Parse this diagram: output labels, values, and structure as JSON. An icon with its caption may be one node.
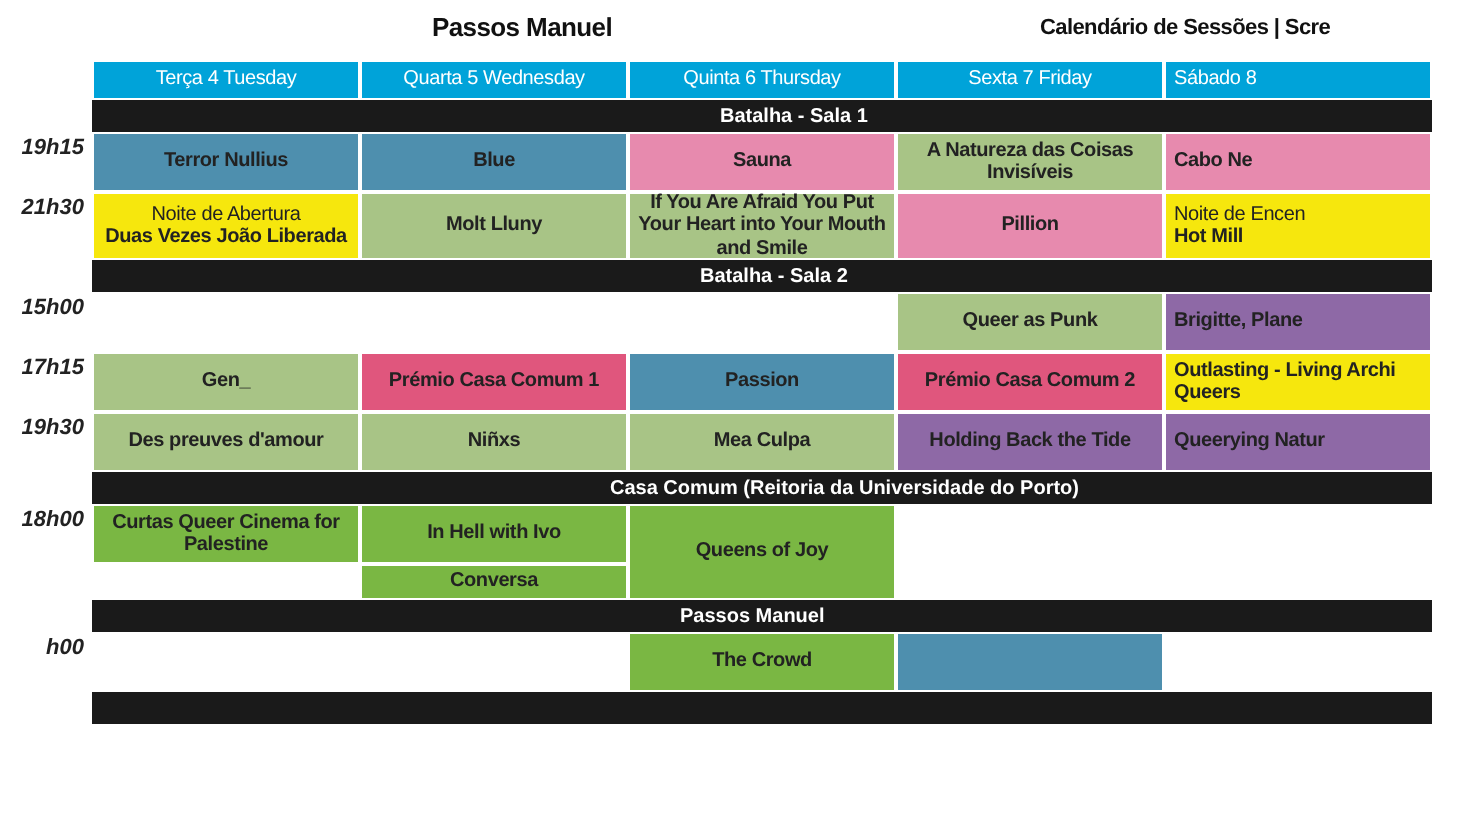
{
  "diagram": {
    "title": "Calendário de Sessões | Scre",
    "nodes": [
      {
        "text": [
          "Terça 4 Tuesday"
        ]
      },
      {
        "text": [
          "Quarta 5 Wednesday"
        ]
      },
      {
        "text": [
          "Quinta 6 Thursday"
        ]
      },
      {
        "text": [
          "Sexta 7 Friday"
        ]
      },
      {
        "text": [
          "Sábado 8"
        ]
      },
      {
        "text": [
          "Batalha - Sala 1"
        ]
      },
      {
        "text": [
          "Terror Nullius"
        ]
      },
      {
        "text": [
          "Blue"
        ]
      },
      {
        "text": [
          "Sauna"
        ]
      },
      {
        "text": [
          "A Natureza das Coisas Invisíveis"
        ]
      },
      {
        "text": [
          "Cabo Ne"
        ]
      },
      {
        "text": [
          "Noite de Abertura",
          "Duas Vezes João Liberada"
        ]
      },
      {
        "text": [
          "Molt Lluny"
        ]
      },
      {
        "text": [
          "If You Are Afraid You Put Your Heart into Your Mouth and Smile"
        ]
      },
      {
        "text": [
          "Pillion"
        ]
      },
      {
        "text": [
          "Noite de Encen",
          "Hot Mill"
        ]
      },
      {
        "text": [
          "Batalha - Sala 2"
        ]
      },
      {
        "text": [
          "Queer as Punk"
        ]
      },
      {
        "text": [
          "Brigitte, Plane"
        ]
      },
      {
        "text": [
          "Gen_"
        ]
      },
      {
        "text": [
          "Prémio Casa Comum 1"
        ]
      },
      {
        "text": [
          "Passion"
        ]
      },
      {
        "text": [
          "Prémio Casa Comum 2"
        ]
      },
      {
        "text": [
          "Outlasting - Living Archi",
          "Queers"
        ]
      },
      {
        "text": [
          "Des preuves d'amour"
        ]
      },
      {
        "text": [
          "Niñxs"
        ]
      },
      {
        "text": [
          "Mea Culpa"
        ]
      },
      {
        "text": [
          "Holding Back the Tide"
        ]
      },
      {
        "text": [
          "Queerying Natur"
        ]
      },
      {
        "text": [
          "Casa Comum (Reitoria da Universidade do Porto)"
        ]
      },
      {
        "text": [
          "Curtas Queer Cinema for Palestine"
        ]
      },
      {
        "text": [
          "In Hell with Ivo"
        ]
      },
      {
        "text": [
          "Queens of Joy"
        ]
      },
      {
        "text": [
          "Conversa"
        ]
      },
      {
        "text": [
          "Passos Manuel"
        ]
      },
      {
        "text": [
          "The Crowd"
        ]
      },
      {
        "text": [],
        "shape": "box"
      },
      {
        "text": [],
        "shape": "bar"
      }
    ],
    "edges": [],
    "labels": [
      "Passos Manuel",
      "19h15",
      "21h30",
      "15h00",
      "17h15",
      "19h30",
      "18h00",
      "h00"
    ]
  }
}
